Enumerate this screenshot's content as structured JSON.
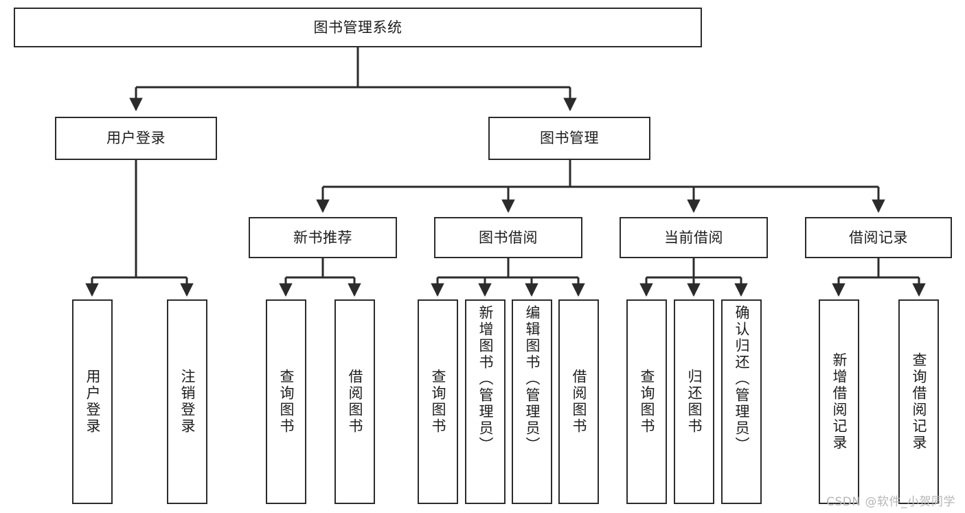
{
  "diagram": {
    "title": "图书管理系统",
    "type": "tree-hierarchy-chart",
    "root": {
      "id": "root",
      "label": "图书管理系统"
    },
    "level2": [
      {
        "id": "user-login",
        "label": "用户登录"
      },
      {
        "id": "book-management",
        "label": "图书管理"
      }
    ],
    "level3": [
      {
        "id": "new-book-recommend",
        "label": "新书推荐",
        "parent": "book-management"
      },
      {
        "id": "book-borrow",
        "label": "图书借阅",
        "parent": "book-management"
      },
      {
        "id": "current-borrow",
        "label": "当前借阅",
        "parent": "book-management"
      },
      {
        "id": "borrow-record",
        "label": "借阅记录",
        "parent": "book-management"
      }
    ],
    "leaves": [
      {
        "id": "leaf-user-login",
        "label": "用户登录",
        "parent": "user-login"
      },
      {
        "id": "leaf-logout-login",
        "label": "注销登录",
        "parent": "user-login"
      },
      {
        "id": "leaf-query-book-1",
        "label": "查询图书",
        "parent": "new-book-recommend"
      },
      {
        "id": "leaf-borrow-book-1",
        "label": "借阅图书",
        "parent": "new-book-recommend"
      },
      {
        "id": "leaf-query-book-2",
        "label": "查询图书",
        "parent": "book-borrow"
      },
      {
        "id": "leaf-add-book",
        "label": "新增图书（管理员）",
        "parent": "book-borrow"
      },
      {
        "id": "leaf-edit-book",
        "label": "编辑图书（管理员）",
        "parent": "book-borrow"
      },
      {
        "id": "leaf-borrow-book-2",
        "label": "借阅图书",
        "parent": "book-borrow"
      },
      {
        "id": "leaf-query-book-3",
        "label": "查询图书",
        "parent": "current-borrow"
      },
      {
        "id": "leaf-return-book",
        "label": "归还图书",
        "parent": "current-borrow"
      },
      {
        "id": "leaf-confirm-return",
        "label": "确认归还（管理员）",
        "parent": "current-borrow"
      },
      {
        "id": "leaf-add-record",
        "label": "新增借阅记录",
        "parent": "borrow-record"
      },
      {
        "id": "leaf-query-record",
        "label": "查询借阅记录",
        "parent": "borrow-record"
      }
    ],
    "colors": {
      "stroke": "#2b2b2b",
      "fill": "#ffffff",
      "text": "#1d1d1d",
      "watermark": "#b6b6b6"
    }
  },
  "watermark": {
    "text": "CSDN @软件_小贺同学"
  }
}
